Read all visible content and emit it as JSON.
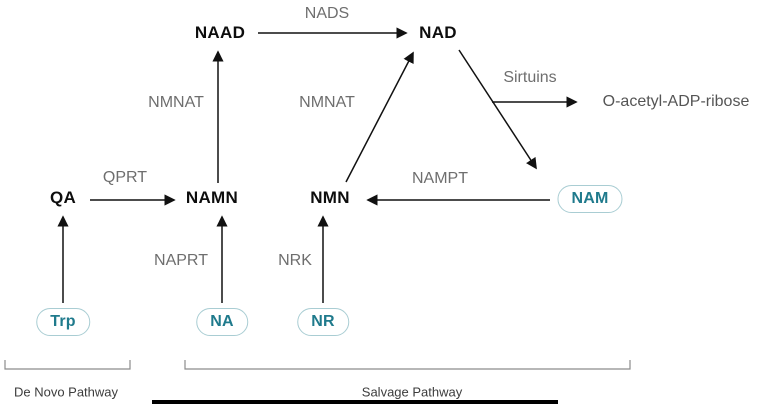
{
  "diagram": {
    "nodes": {
      "naad": "NAAD",
      "nad": "NAD",
      "qa": "QA",
      "namn": "NAMN",
      "nmn": "NMN"
    },
    "metabolites": {
      "trp": "Trp",
      "na": "NA",
      "nr": "NR",
      "nam": "NAM"
    },
    "enzymes": {
      "nads": "NADS",
      "nmnat_left": "NMNAT",
      "nmnat_right": "NMNAT",
      "qprt": "QPRT",
      "naprt": "NAPRT",
      "nrk": "NRK",
      "nampt": "NAMPT",
      "sirtuins": "Sirtuins"
    },
    "products": {
      "o_acetyl_adp_ribose": "O-acetyl-ADP-ribose"
    },
    "pathways": {
      "de_novo": "De Novo Pathway",
      "salvage": "Salvage Pathway"
    },
    "colors": {
      "teal_text": "#1f7a8c",
      "teal_border": "#a9cdd3",
      "gray_label": "#6e6e6e",
      "arrow": "#111111"
    }
  }
}
